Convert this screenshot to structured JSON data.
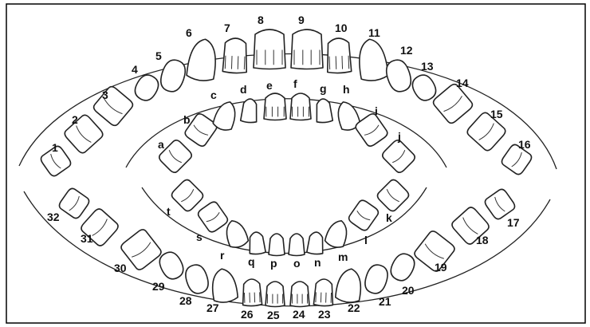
{
  "permanent_teeth": {
    "upper": [
      "1",
      "2",
      "3",
      "4",
      "5",
      "6",
      "7",
      "8",
      "9",
      "10",
      "11",
      "12",
      "13",
      "14",
      "15",
      "16"
    ],
    "lower": [
      "17",
      "18",
      "19",
      "20",
      "21",
      "22",
      "23",
      "24",
      "25",
      "26",
      "27",
      "28",
      "29",
      "30",
      "31",
      "32"
    ]
  },
  "primary_teeth": {
    "upper": [
      "a",
      "b",
      "c",
      "d",
      "e",
      "f",
      "g",
      "h",
      "i",
      "j"
    ],
    "lower": [
      "k",
      "l",
      "m",
      "n",
      "o",
      "p",
      "q",
      "r",
      "s",
      "t"
    ]
  }
}
